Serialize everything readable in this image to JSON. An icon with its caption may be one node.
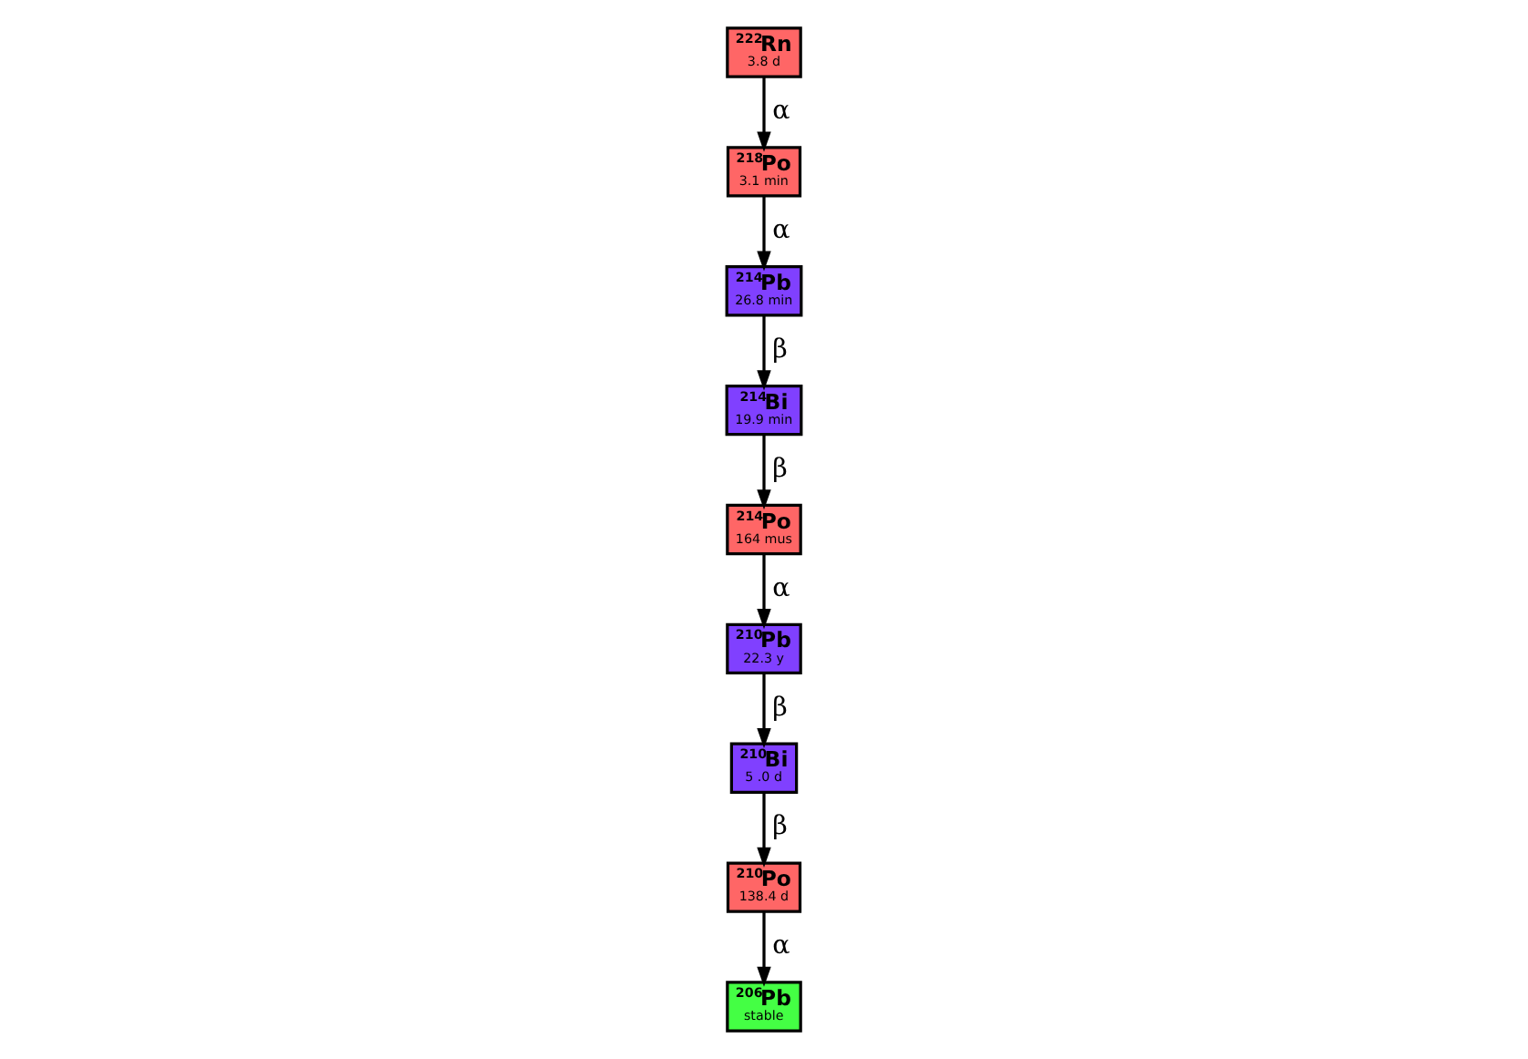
{
  "diagram": {
    "nodes": [
      {
        "text": [
          "$^{222}$Rn",
          "3.8 d"
        ]
      },
      {
        "text": [
          "$^{218}$Po",
          "3.1 min"
        ]
      },
      {
        "text": [
          "$^{214}$Pb",
          "26.8 min"
        ]
      },
      {
        "text": [
          "$^{214}$Bi",
          "19.9 min"
        ]
      },
      {
        "text": [
          "$^{214}$Po",
          "164 mus"
        ]
      },
      {
        "text": [
          "$^{210}$Pb",
          "22.3 y"
        ]
      },
      {
        "text": [
          "$^{210}$Bi",
          "5 .0 d"
        ]
      },
      {
        "text": [
          "$^{210}$Po",
          "138.4 d"
        ]
      },
      {
        "text": [
          "$^{206}$Pb",
          "stable"
        ]
      }
    ],
    "edges": [
      {
        "from": 0,
        "to": 1,
        "arrow": "to",
        "label": "α"
      },
      {
        "from": 1,
        "to": 2,
        "arrow": "to",
        "label": "α"
      },
      {
        "from": 2,
        "to": 3,
        "arrow": "to",
        "label": "β"
      },
      {
        "from": 3,
        "to": 4,
        "arrow": "to",
        "label": "β"
      },
      {
        "from": 4,
        "to": 5,
        "arrow": "to",
        "label": "α"
      },
      {
        "from": 5,
        "to": 6,
        "arrow": "to",
        "label": "β"
      },
      {
        "from": 6,
        "to": 7,
        "arrow": "to",
        "label": "β"
      },
      {
        "from": 7,
        "to": 8,
        "arrow": "to",
        "label": "α"
      }
    ]
  }
}
